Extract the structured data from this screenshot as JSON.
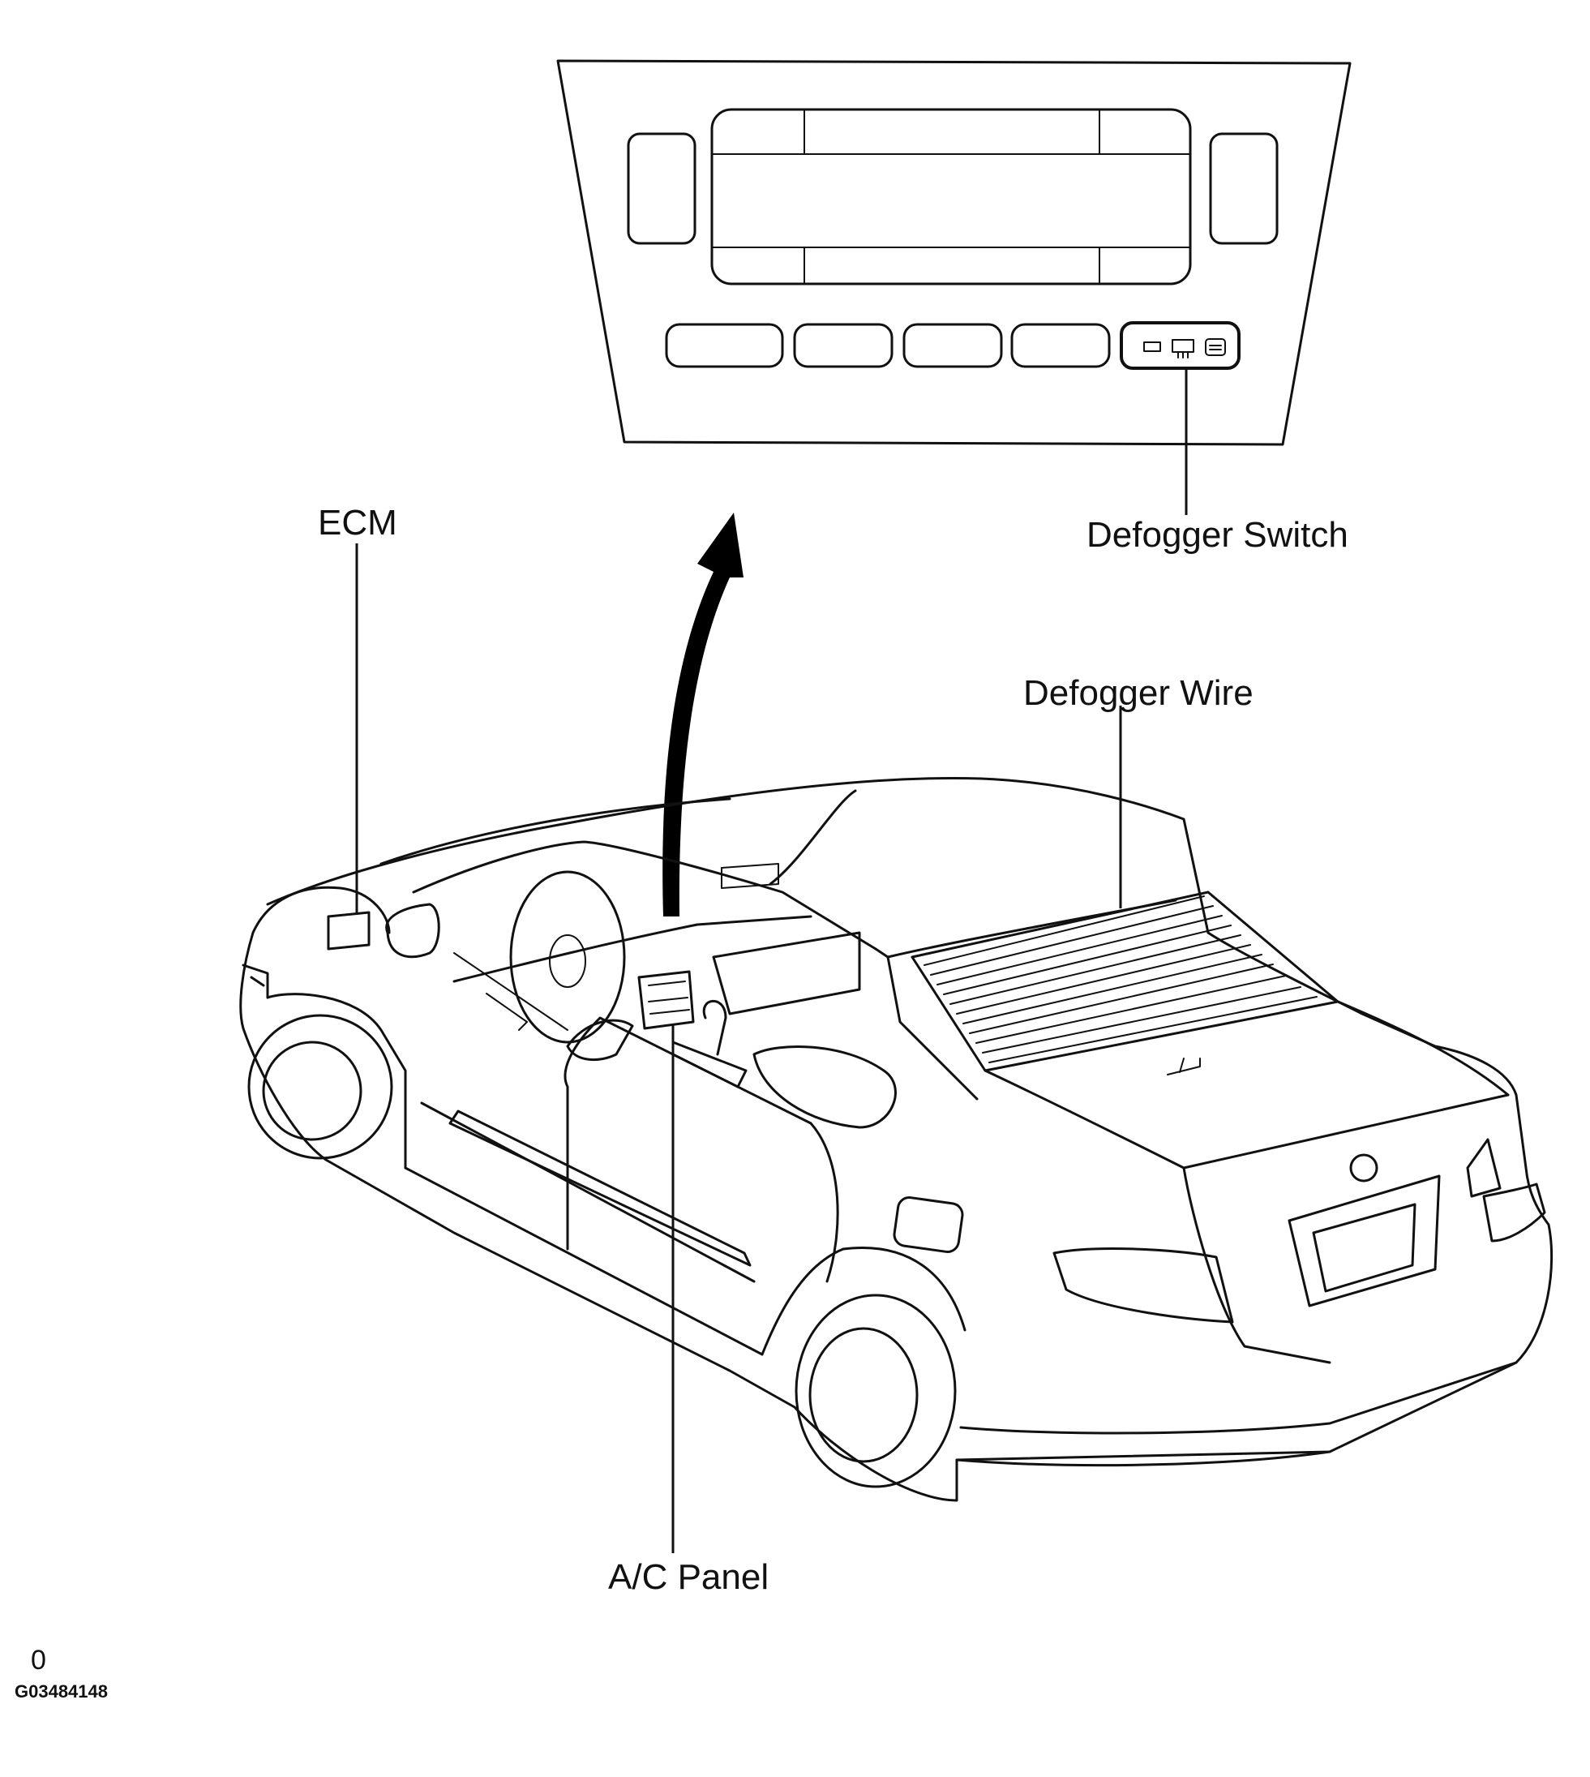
{
  "labels": {
    "ecm": "ECM",
    "defogger_switch": "Defogger Switch",
    "defogger_wire": "Defogger Wire",
    "ac_panel": "A/C Panel"
  },
  "footer": {
    "corner_mark": "0",
    "figure_code": "G03484148"
  }
}
